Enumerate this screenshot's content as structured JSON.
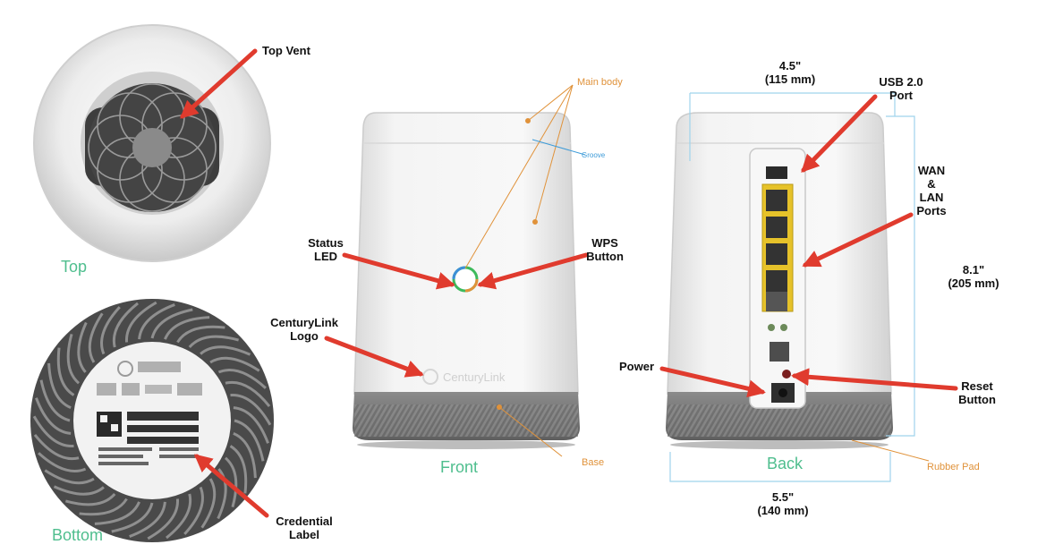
{
  "colors": {
    "arrow": "#e03b2e",
    "view_label": "#4fbe8e",
    "leader": "#e0923a",
    "dimension": "#9fd3ec",
    "port_yellow": "#e6c22a",
    "base_gray": "#7d7d7d",
    "body_white": "#f1f1f1"
  },
  "views": {
    "top": "Top",
    "bottom": "Bottom",
    "front": "Front",
    "back": "Back"
  },
  "callouts": {
    "top_vent": "Top Vent",
    "status_led": [
      "Status",
      "LED"
    ],
    "wps_button": [
      "WPS",
      "Button"
    ],
    "centurylink_logo": [
      "CenturyLink",
      "Logo"
    ],
    "credential_label": [
      "Credential",
      "Label"
    ],
    "usb_port": [
      "USB 2.0",
      "Port"
    ],
    "wan_lan_ports": [
      "WAN",
      "&",
      "LAN",
      "Ports"
    ],
    "power": "Power",
    "reset_button": [
      "Reset",
      "Button"
    ]
  },
  "annotations": {
    "main_body": "Main body",
    "groove": "Groove",
    "base": "Base",
    "rubber_pad": "Rubber Pad"
  },
  "dimensions": {
    "top_width": [
      "4.5\"",
      "(115 mm)"
    ],
    "height": [
      "8.1\"",
      "(205 mm)"
    ],
    "bottom_width": [
      "5.5\"",
      "(140 mm)"
    ]
  },
  "device": {
    "logo_text": "CenturyLink"
  },
  "icons": [
    "top-vent-icon",
    "bottom-vent-icon",
    "status-led-icon",
    "usb-port-icon",
    "ethernet-port-icon",
    "power-jack-icon",
    "reset-hole-icon"
  ]
}
